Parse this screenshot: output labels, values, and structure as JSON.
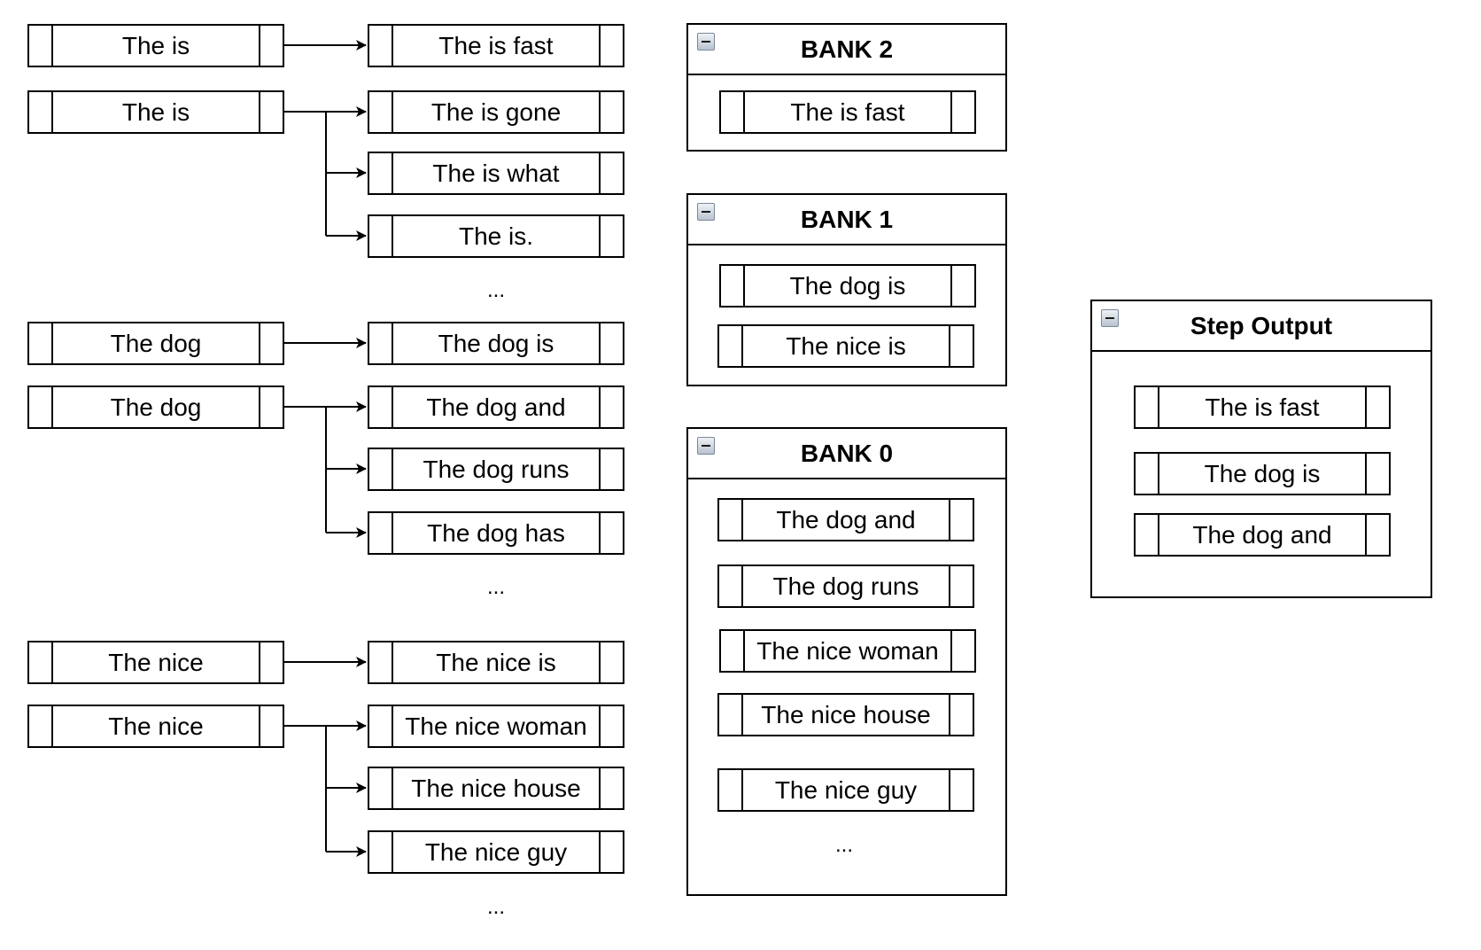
{
  "left": {
    "groups": [
      {
        "sources": [
          "The is",
          "The is"
        ],
        "first_target": "The is fast",
        "targets": [
          "The is gone",
          "The is what",
          "The is."
        ],
        "ellipsis": "..."
      },
      {
        "sources": [
          "The dog",
          "The dog"
        ],
        "first_target": "The dog is",
        "targets": [
          "The dog and",
          "The dog runs",
          "The dog has"
        ],
        "ellipsis": "..."
      },
      {
        "sources": [
          "The nice",
          "The nice"
        ],
        "first_target": "The nice is",
        "targets": [
          "The nice woman",
          "The nice house",
          "The nice guy"
        ],
        "ellipsis": "..."
      }
    ]
  },
  "banks": {
    "bank2": {
      "title": "BANK 2",
      "items": [
        "The is fast"
      ]
    },
    "bank1": {
      "title": "BANK 1",
      "items": [
        "The dog is",
        "The nice is"
      ]
    },
    "bank0": {
      "title": "BANK 0",
      "items": [
        "The dog and",
        "The dog runs",
        "The nice woman",
        "The nice house",
        "The nice guy"
      ],
      "ellipsis": "..."
    }
  },
  "step_output": {
    "title": "Step Output",
    "items": [
      "The is fast",
      "The dog is",
      "The dog and"
    ]
  }
}
